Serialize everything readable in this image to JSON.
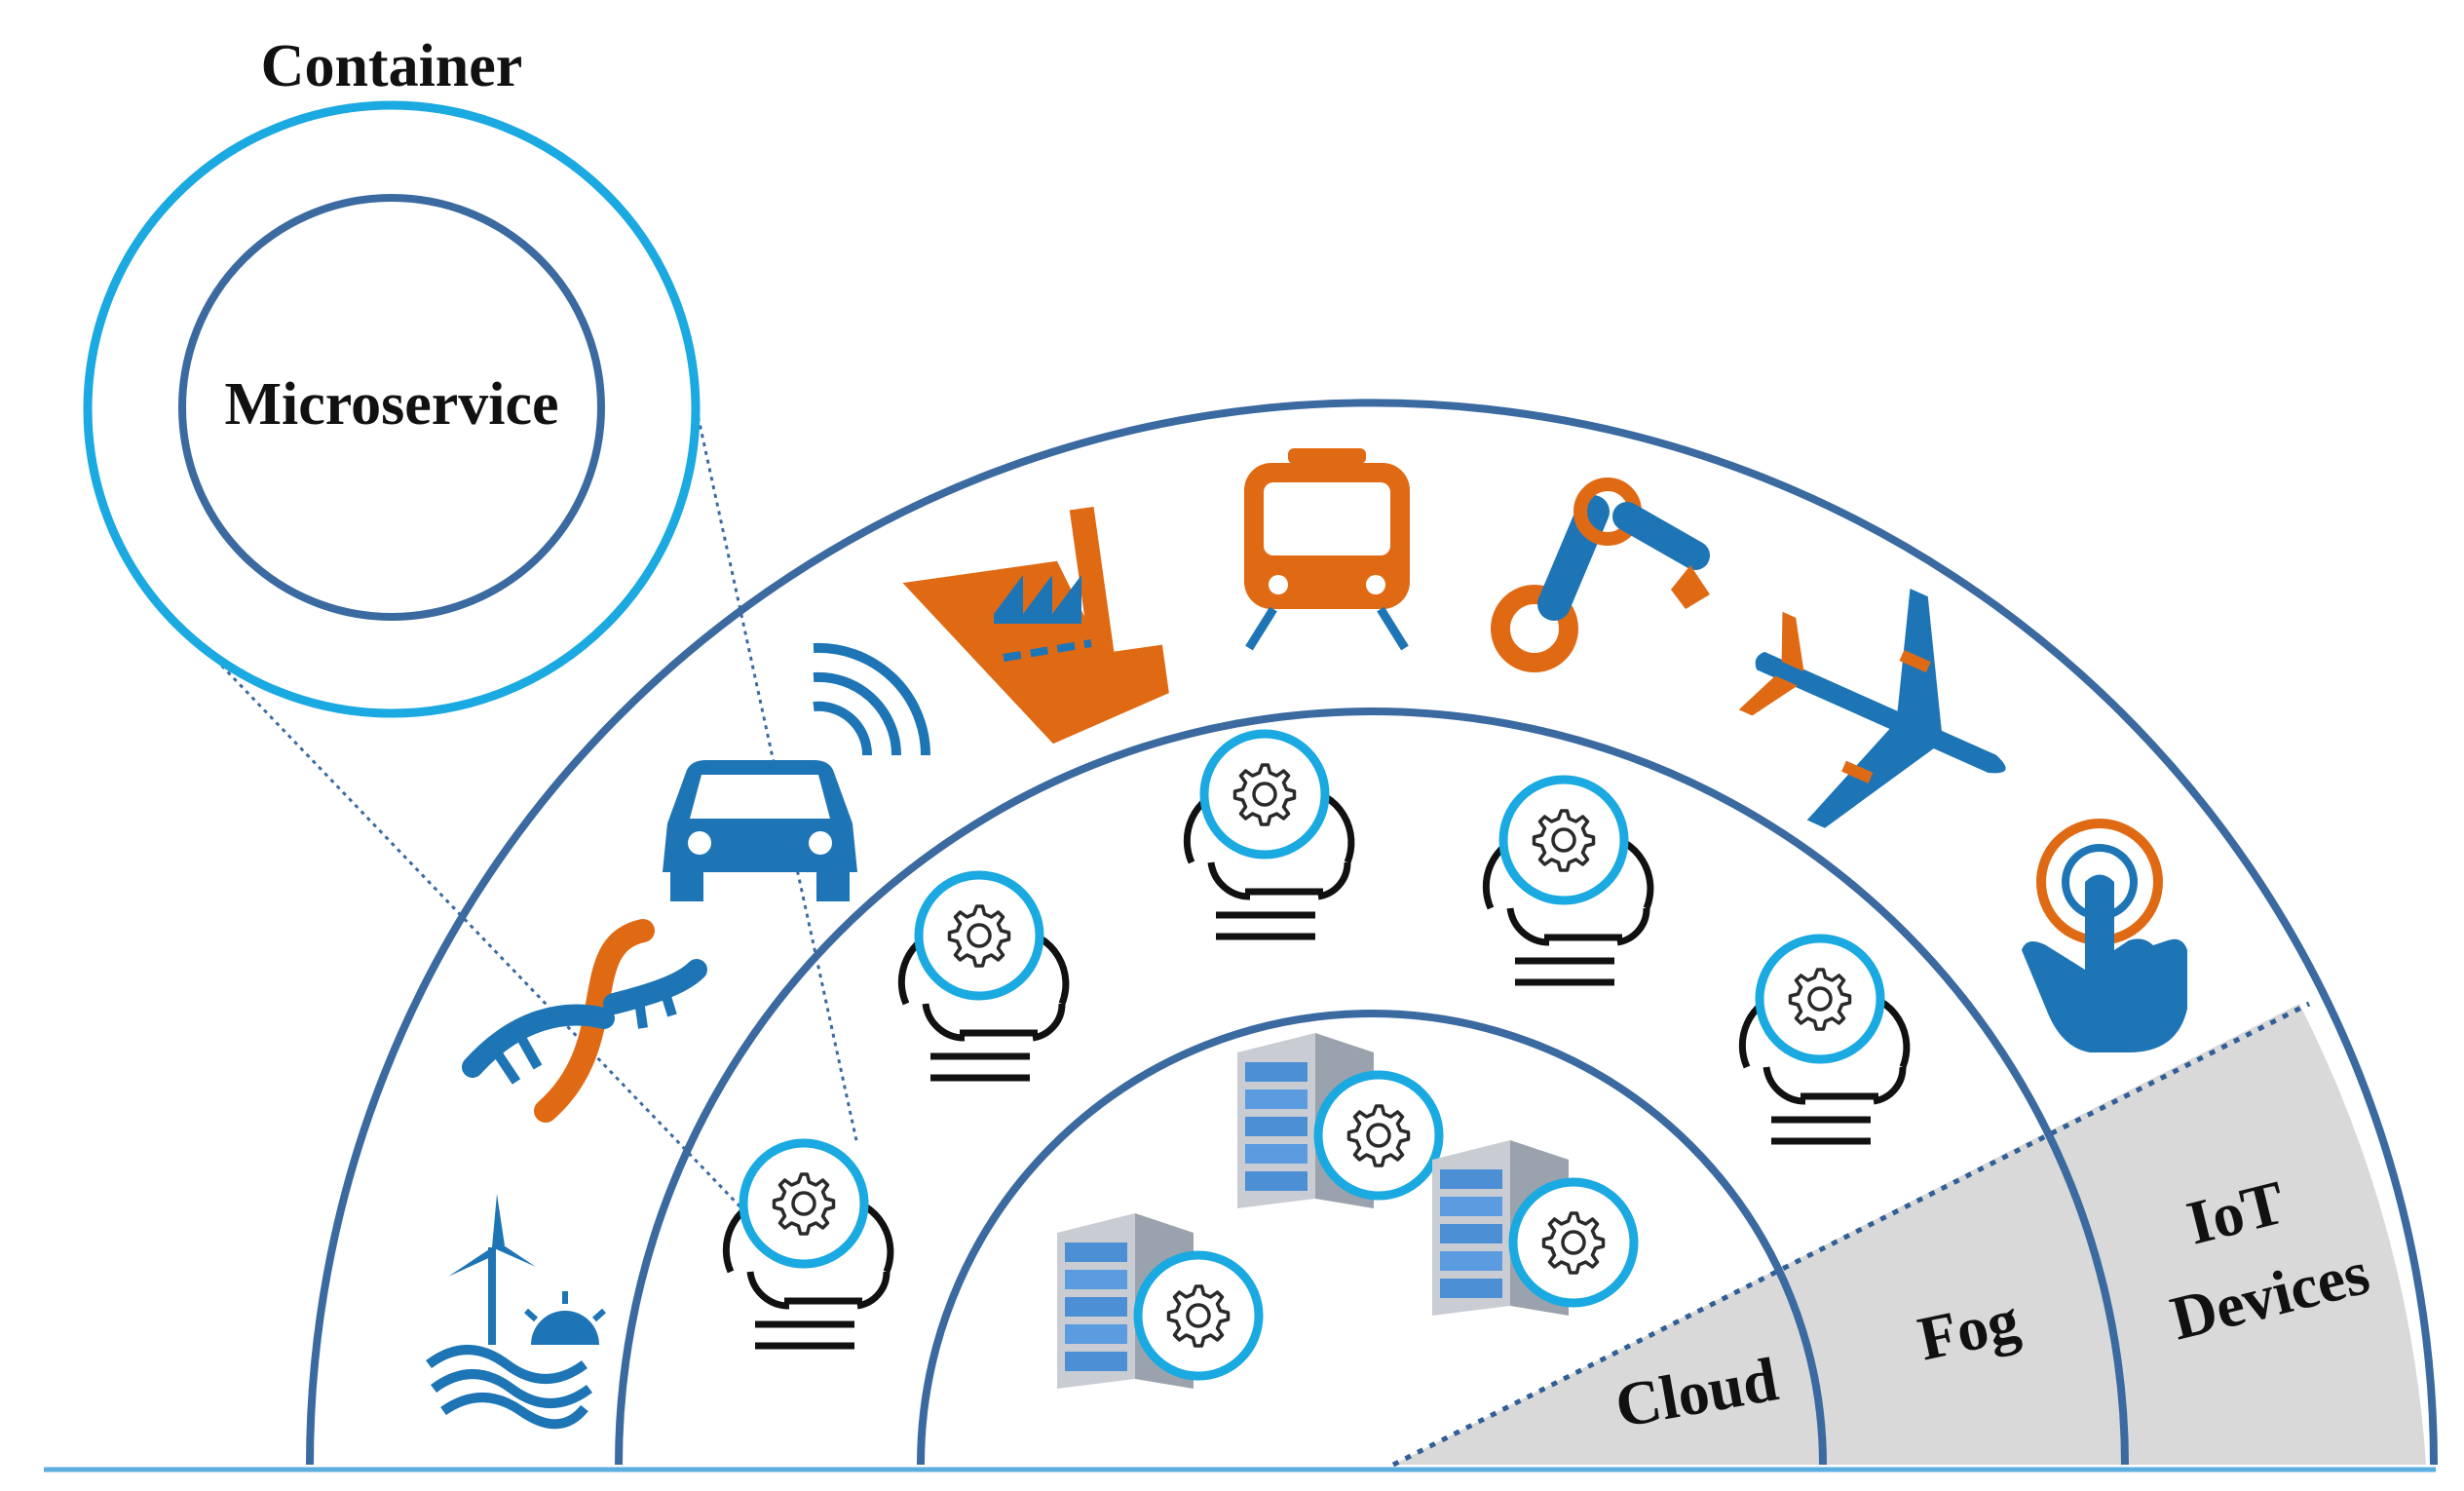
{
  "container_label": "Container",
  "microservice_label": "Microservice",
  "layers": {
    "cloud": "Cloud",
    "fog": "Fog",
    "iot_line1": "IoT",
    "iot_line2": "Devices"
  },
  "colors": {
    "ring": "#3b6aa0",
    "container": "#1aa9e0",
    "microservice": "#3b6aa0",
    "orange": "#e06a14",
    "blue": "#1e75b5",
    "wedge": "#d9d9d9",
    "baseline": "#5aaee0"
  },
  "icons": {
    "iot": [
      "wind-solar-icon",
      "dna-icon",
      "connected-car-icon",
      "factory-icon",
      "train-icon",
      "robot-arm-icon",
      "airplane-icon",
      "touch-icon"
    ],
    "fog": [
      "fog-node-icon",
      "fog-node-icon",
      "fog-node-icon",
      "fog-node-icon",
      "fog-node-icon"
    ],
    "cloud": [
      "server-icon",
      "server-icon",
      "server-icon"
    ]
  }
}
